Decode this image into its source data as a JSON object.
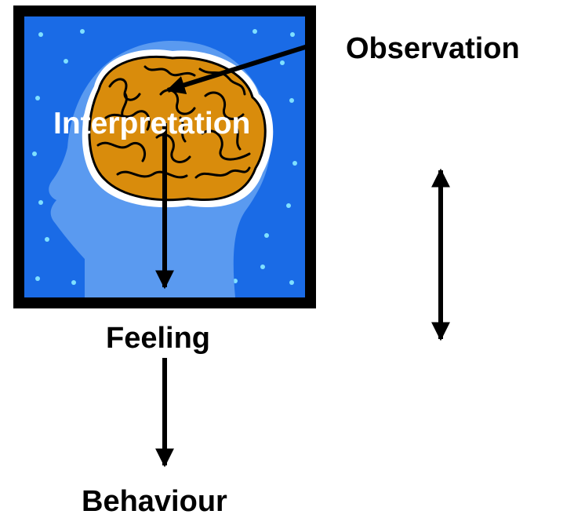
{
  "labels": {
    "observation": "Observation",
    "interpretation": "Interpretation",
    "feeling": "Feeling",
    "behaviour": "Behaviour"
  },
  "colors": {
    "frame": "#000000",
    "background_blue": "#1a6be6",
    "head_silhouette": "#5a9af0",
    "brain": "#d98c0c",
    "dots": "#7fe0ff",
    "arrow": "#000000",
    "interpretation_text": "#ffffff"
  },
  "icons": [
    "head-with-brain-icon",
    "brain-icon"
  ]
}
